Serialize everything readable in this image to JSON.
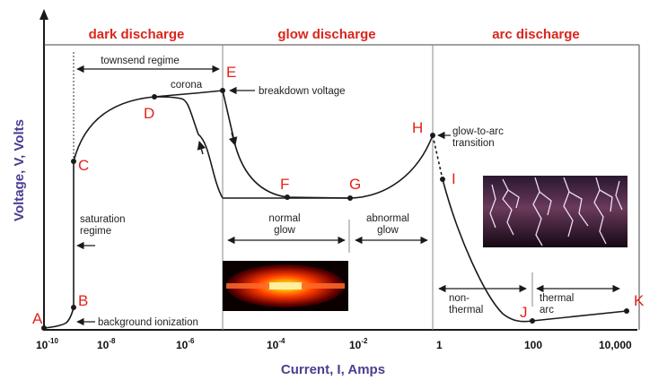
{
  "regions": {
    "dark": "dark discharge",
    "glow": "glow discharge",
    "arc": "arc discharge"
  },
  "points": {
    "A": "A",
    "B": "B",
    "C": "C",
    "D": "D",
    "E": "E",
    "F": "F",
    "G": "G",
    "H": "H",
    "I": "I",
    "J": "J",
    "K": "K"
  },
  "annotations": {
    "townsend": "townsend regime",
    "corona": "corona",
    "breakdown": "breakdown voltage",
    "glow_to_arc_1": "glow-to-arc",
    "glow_to_arc_2": "transition",
    "saturation_1": "saturation",
    "saturation_2": "regime",
    "normal_glow_1": "normal",
    "normal_glow_2": "glow",
    "abnormal_glow_1": "abnormal",
    "abnormal_glow_2": "glow",
    "nonthermal_1": "non-",
    "nonthermal_2": "thermal",
    "thermal_arc_1": "thermal",
    "thermal_arc_2": "arc",
    "background": "background ionization"
  },
  "axes": {
    "xlabel": "Current, I, Amps",
    "ylabel": "Voltage, V, Volts",
    "xticks_base": [
      "10",
      "10",
      "10",
      "10"
    ],
    "xticks_exp": [
      "-10",
      "-8",
      "-6",
      "-4",
      "-2"
    ],
    "xticks_plain": [
      "1",
      "100",
      "10,000"
    ]
  },
  "colors": {
    "region_title": "#d9261c",
    "point_label": "#e2231a",
    "axis_label": "#4a3f8f",
    "curve": "#1a1a1a"
  },
  "images": {
    "glow_photo": "glow-discharge-photo",
    "lightning_photo": "lightning-arc-photo"
  }
}
